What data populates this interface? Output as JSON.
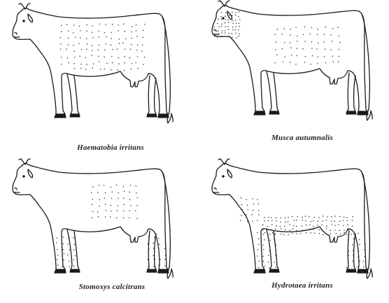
{
  "panels": [
    {
      "caption": "Haematobia irritans",
      "feeding_site": "back and sides"
    },
    {
      "caption": "Musca autumnalis",
      "feeding_site": "face"
    },
    {
      "caption": "Stomoxys calcitrans",
      "feeding_site": "legs and flank"
    },
    {
      "caption": "Hydrotaea irritans",
      "feeding_site": "belly, udder and legs"
    }
  ],
  "colors": {
    "line": "#1a1a1a",
    "dots": "#2a2a2a",
    "background": "#ffffff"
  }
}
